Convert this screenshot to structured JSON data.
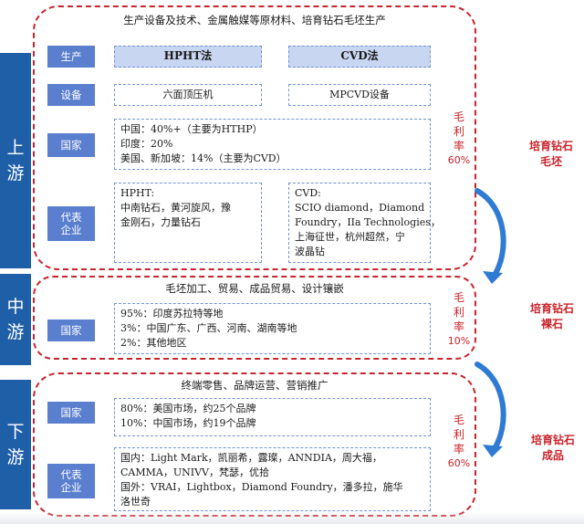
{
  "stages": {
    "upstream": {
      "name": "上\n游",
      "header": "生产设备及技术、金属触媒等原材料、培育钻石毛坯生产",
      "labels": {
        "production": "生产",
        "equipment": "设备",
        "country": "国家",
        "companies": "代表\n企业"
      },
      "methods": [
        "HPHT法",
        "CVD法"
      ],
      "equipment": [
        "六面顶压机",
        "MPCVD设备"
      ],
      "countries": [
        "中国：40%+（主要为HTHP）",
        "印度：20%",
        "美国、新加坡：14%（主要为CVD）"
      ],
      "companies_hpht": [
        "HPHT:",
        "中南钻石，黄河旋风，豫",
        "金刚石，力量钻石"
      ],
      "companies_cvd": [
        "CVD:",
        "SCIO diamond，Diamond",
        "Foundry，IIa Technologies，",
        "上海征世，杭州超然，宁",
        "波晶钻"
      ],
      "margin_label": "毛\n利\n率",
      "margin_value": "60%",
      "product": "培育钻石\n毛坯"
    },
    "midstream": {
      "name": "中\n游",
      "header": "毛坯加工、贸易、成品贸易、设计镶嵌",
      "labels": {
        "country": "国家"
      },
      "countries": [
        "95%：印度苏拉特等地",
        "3%：中国广东、广西、河南、湖南等地",
        "2%：其他地区"
      ],
      "margin_label": "毛\n利\n率",
      "margin_value": "10%",
      "product": "培育钻石\n裸石"
    },
    "downstream": {
      "name": "下\n游",
      "header": "终端零售、品牌运营、营销推广",
      "labels": {
        "country": "国家",
        "companies": "代表\n企业"
      },
      "countries": [
        "80%：美国市场，约25个品牌",
        "10%：中国市场，约19个品牌"
      ],
      "companies": [
        "国内：Light Mark，凯丽希，露璨，ANNDIA，周大福，",
        "CAMMA，UNIVV，梵瑟，优拾",
        "国外：VRAI，Lightbox，Diamond Foundry，潘多拉，施华",
        "洛世奇"
      ],
      "margin_label": "毛\n利\n率",
      "margin_value": "60%",
      "product": "培育钻石\n成品"
    }
  },
  "colors": {
    "stage_band": "#1f5fa8",
    "label_fill": "#5b7fcf",
    "red_dash": "#c9242b",
    "blue_dash": "#6f93d6",
    "arrow": "#2f7bd4"
  }
}
